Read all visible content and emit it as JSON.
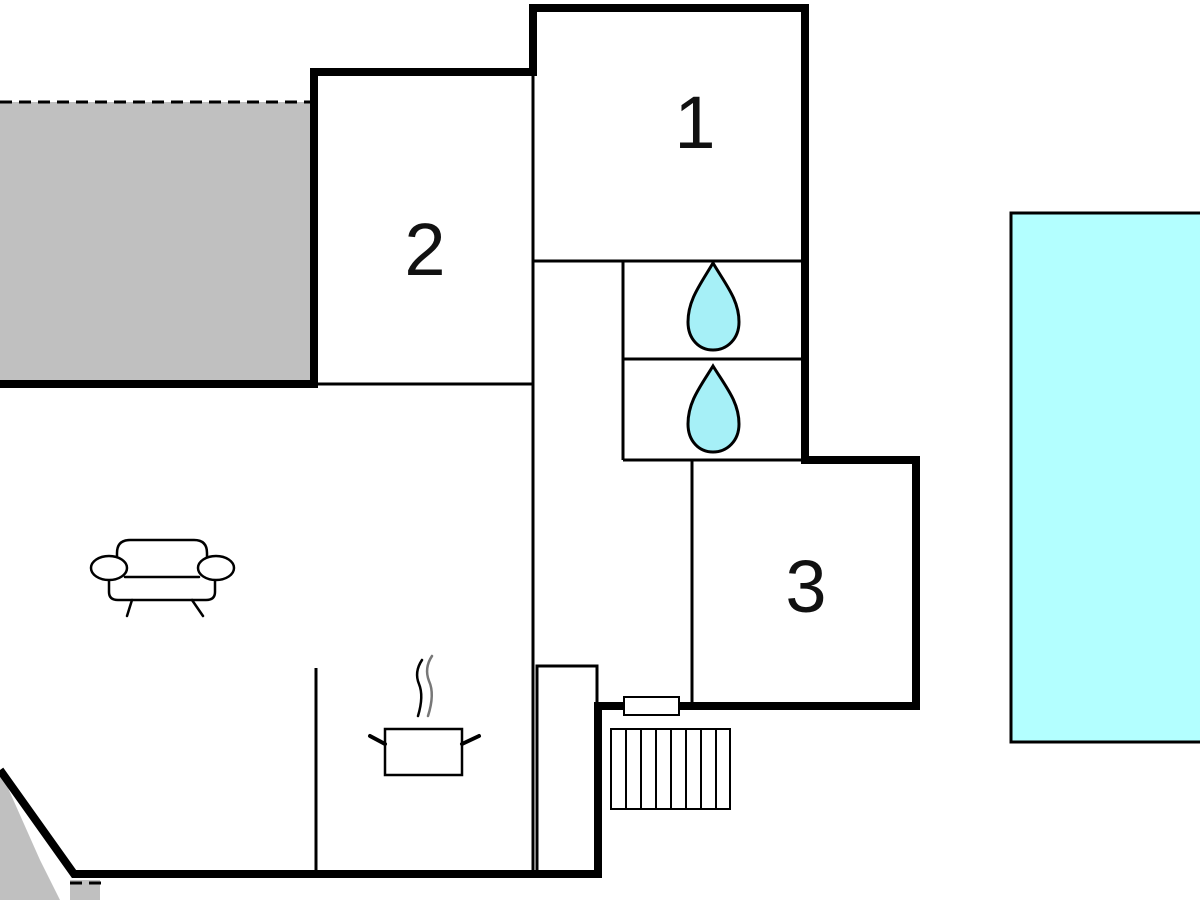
{
  "floor_plan": {
    "rooms": [
      {
        "id": "bedroom-1",
        "label": "1"
      },
      {
        "id": "bedroom-2",
        "label": "2"
      },
      {
        "id": "bedroom-3",
        "label": "3"
      }
    ],
    "icons": {
      "living": "sofa-icon",
      "kitchen": "cooking-pot-icon",
      "bathrooms": "water-drop-icon",
      "stairs": "stairs-icon",
      "pool": "swimming-pool"
    },
    "colors": {
      "wall": "#000000",
      "terrace": "#c0c0c0",
      "pool": "#b3ffff",
      "water_drop": "#a6f0f7"
    }
  }
}
